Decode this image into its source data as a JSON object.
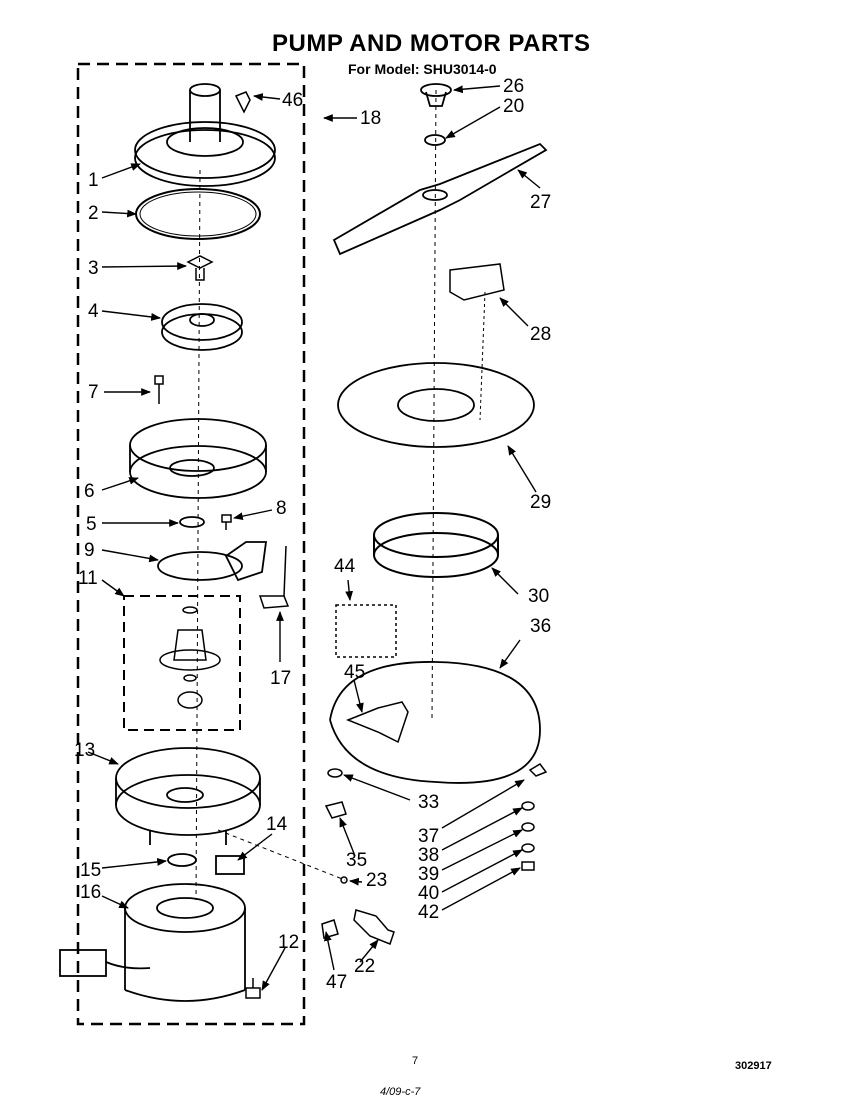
{
  "title": "PUMP AND MOTOR PARTS",
  "subtitle": "For Model: SHU3014-0",
  "footer": {
    "page_number": "7",
    "doc_code": "302917",
    "handwritten": "4/09-c-7"
  },
  "callouts": [
    "46",
    "18",
    "1",
    "2",
    "3",
    "4",
    "7",
    "6",
    "5",
    "8",
    "9",
    "11",
    "17",
    "13",
    "14",
    "15",
    "16",
    "12",
    "23",
    "22",
    "47",
    "26",
    "20",
    "27",
    "28",
    "29",
    "30",
    "44",
    "36",
    "45",
    "33",
    "35",
    "37",
    "38",
    "39",
    "40",
    "42"
  ]
}
